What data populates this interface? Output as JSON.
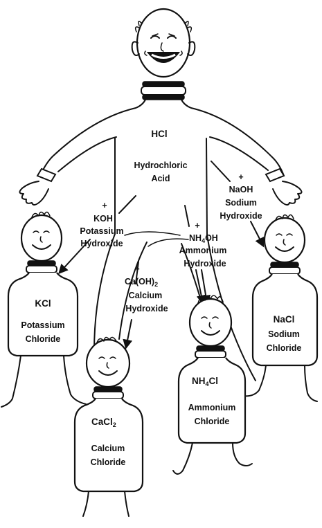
{
  "parent": {
    "formula": "HCl",
    "name_line1": "Hydrochloric",
    "name_line2": "Acid"
  },
  "reactants": {
    "koh": {
      "plus": "+",
      "formula": "KOH",
      "name_line1": "Potassium",
      "name_line2": "Hydroxide"
    },
    "naoh": {
      "plus": "+",
      "formula": "NaOH",
      "name_line1": "Sodium",
      "name_line2": "Hydroxide"
    },
    "nh4oh": {
      "plus": "+",
      "formula_main": "NH",
      "formula_sub": "4",
      "formula_tail": "OH",
      "name_line1": "Ammonium",
      "name_line2": "Hydroxide"
    },
    "caoh2": {
      "plus": "+",
      "formula_main": "Ca(OH)",
      "formula_sub": "2",
      "name_line1": "Calcium",
      "name_line2": "Hydroxide"
    }
  },
  "products": {
    "kcl": {
      "formula": "KCl",
      "name_line1": "Potassium",
      "name_line2": "Chloride"
    },
    "cacl2": {
      "formula_main": "CaCl",
      "formula_sub": "2",
      "name_line1": "Calcium",
      "name_line2": "Chloride"
    },
    "nh4cl": {
      "formula_main": "NH",
      "formula_sub": "4",
      "formula_tail": "Cl",
      "name_line1": "Ammonium",
      "name_line2": "Chloride"
    },
    "nacl": {
      "formula": "NaCl",
      "name_line1": "Sodium",
      "name_line2": "Chloride"
    }
  }
}
